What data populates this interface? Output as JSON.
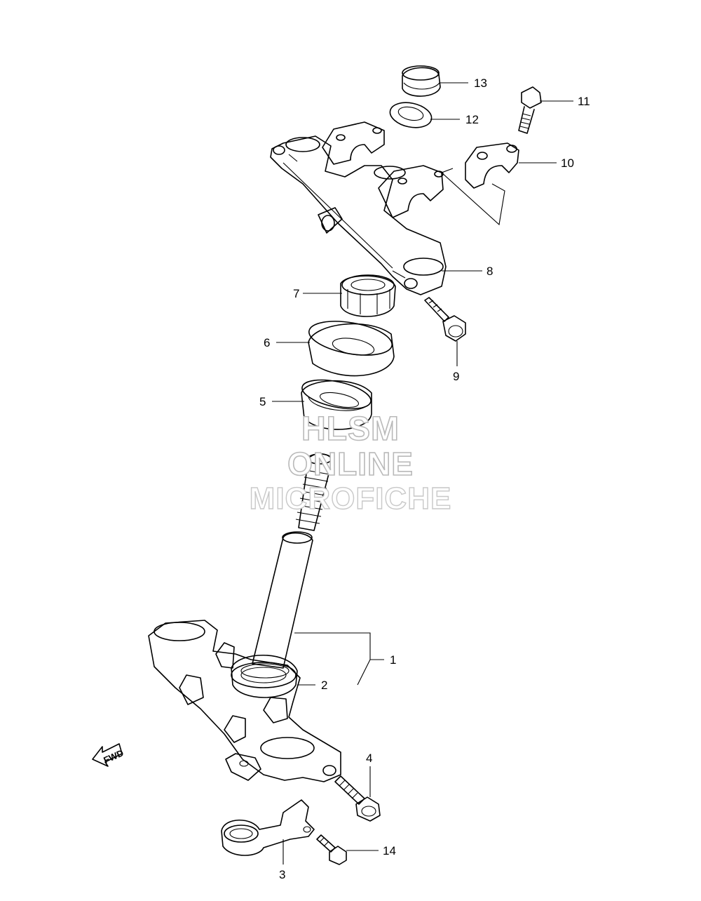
{
  "watermark": {
    "line1": "HLSM",
    "line2": "ONLINE",
    "line3": "MICROFICHE"
  },
  "fwd_arrow": {
    "label": "FWD"
  },
  "callouts": {
    "c1": "1",
    "c2": "2",
    "c3": "3",
    "c4": "4",
    "c5": "5",
    "c6": "6",
    "c7": "7",
    "c8": "8",
    "c9": "9",
    "c10": "10",
    "c11": "11",
    "c12": "12",
    "c13": "13",
    "c14": "14"
  },
  "colors": {
    "line": "#000000",
    "watermark_outline": "#b9b9b9",
    "background": "#ffffff"
  }
}
